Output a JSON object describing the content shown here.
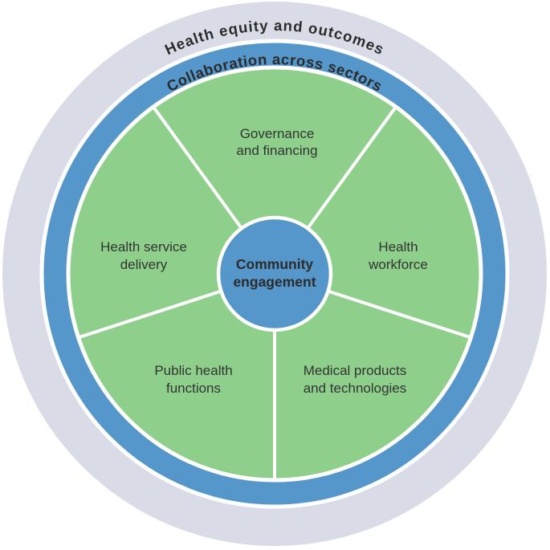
{
  "figure": {
    "rings": {
      "outer_label": "Health equity and outcomes",
      "middle_label": "Collaboration across sectors"
    },
    "center": {
      "line1": "Community",
      "line2": "engagement"
    },
    "sectors": {
      "governance": {
        "line1": "Governance",
        "line2": "and financing"
      },
      "workforce": {
        "line1": "Health",
        "line2": "workforce"
      },
      "medical": {
        "line1": "Medical products",
        "line2": "and technologies"
      },
      "public_health": {
        "line1": "Public health",
        "line2": "functions"
      },
      "service_delivery": {
        "line1": "Health service",
        "line2": "delivery"
      }
    },
    "colors": {
      "background": "#ffffff",
      "outer_ring": "#d9dce6",
      "blue": "#5597cb",
      "green": "#8ed08b",
      "divider": "#ffffff",
      "text_dark": "#2b2b2b",
      "text_label": "#333333"
    }
  }
}
